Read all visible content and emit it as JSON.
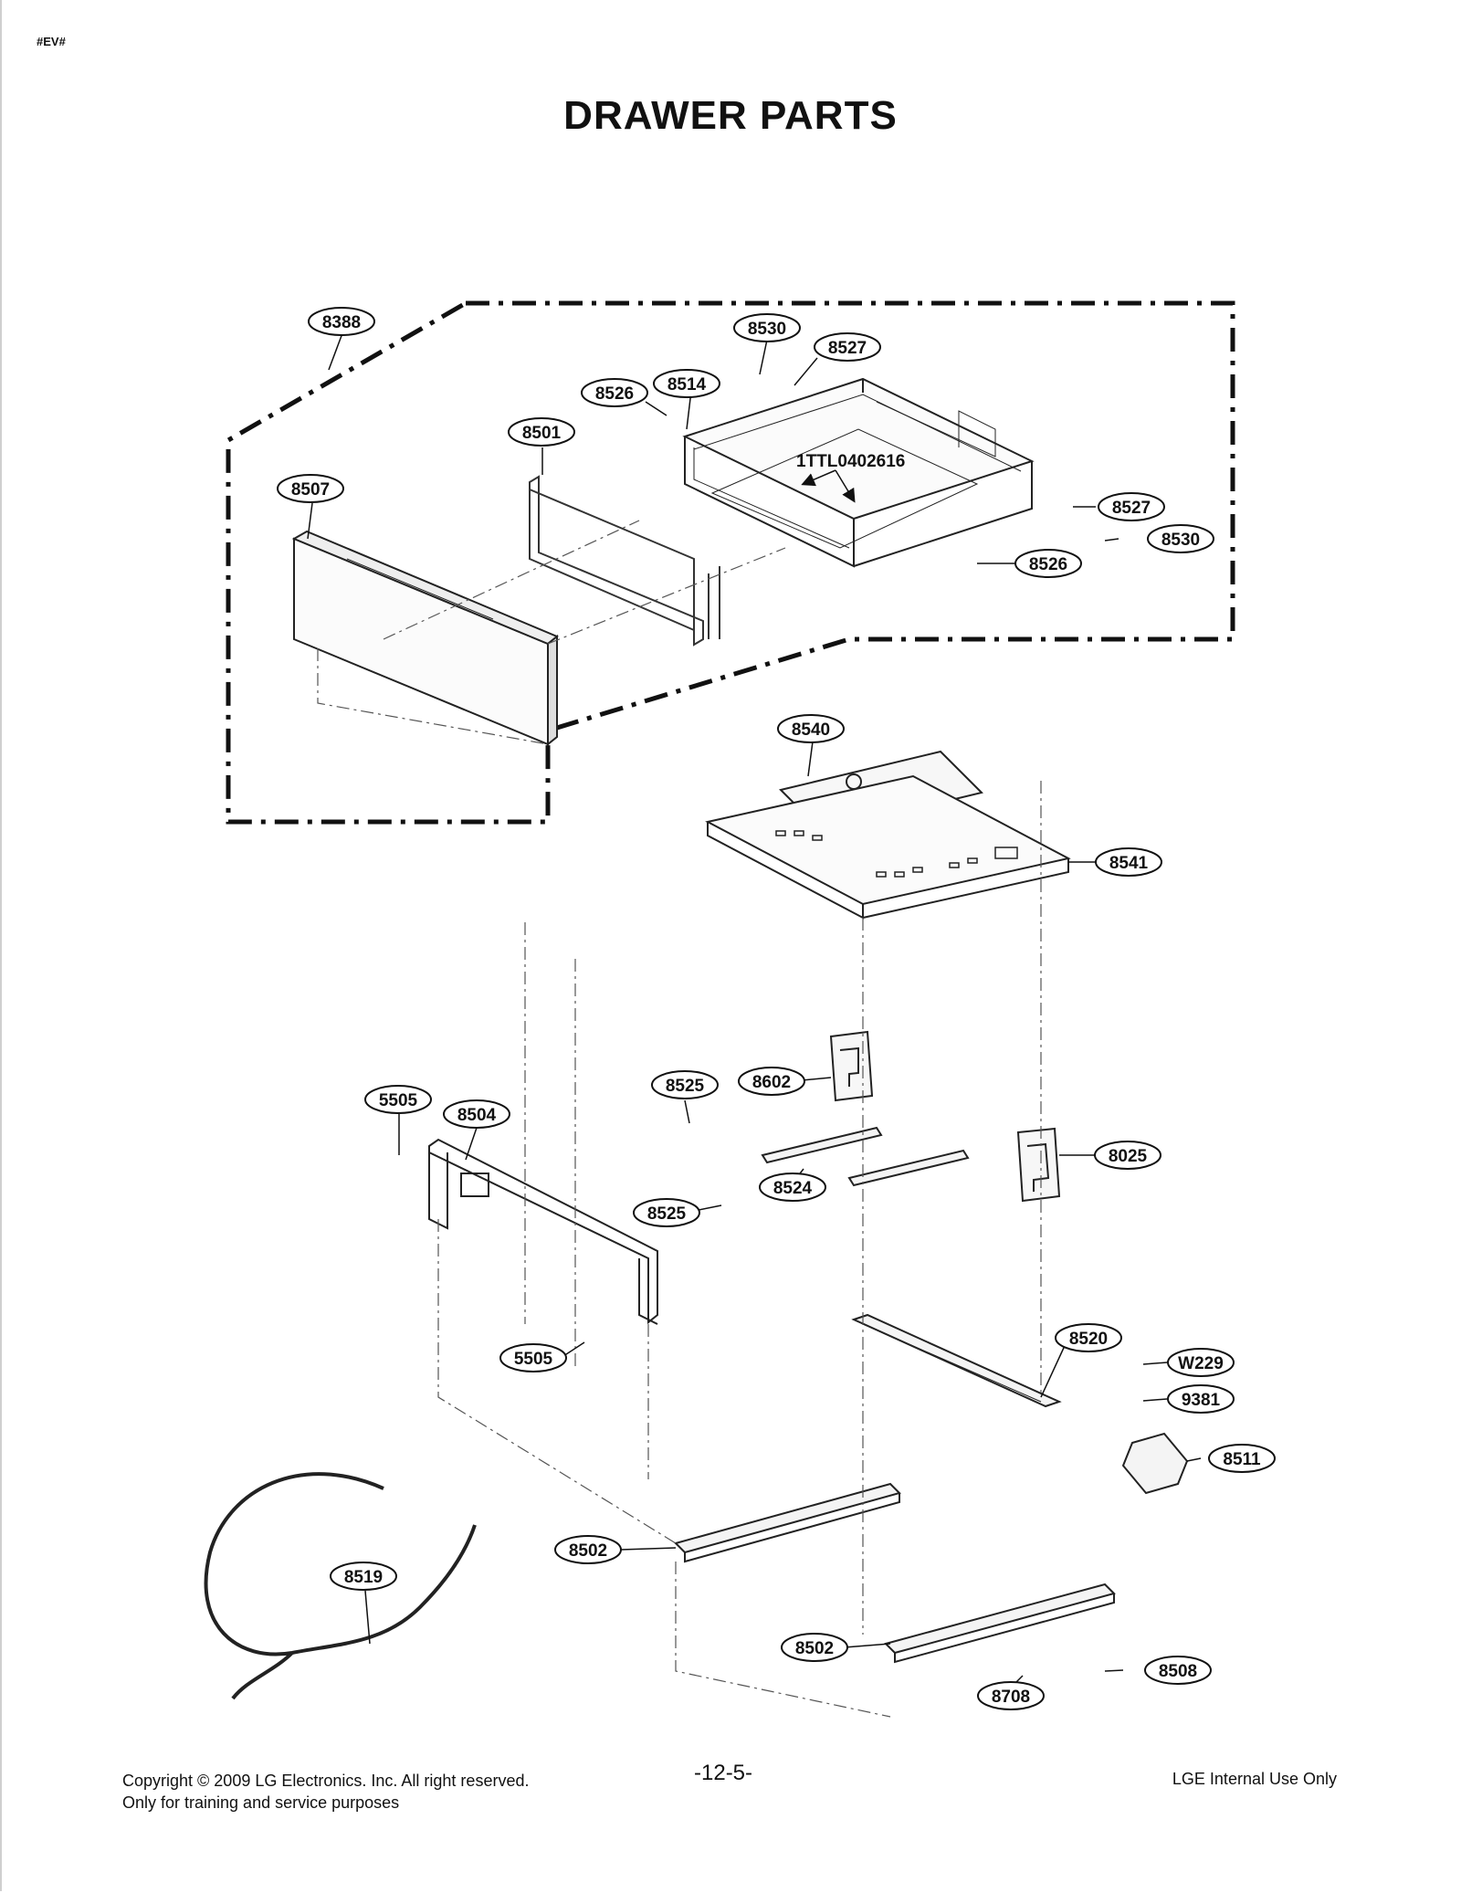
{
  "header": {
    "tag": "#EV#",
    "title": "DRAWER PARTS"
  },
  "annotation": {
    "code": "1TTL0402616"
  },
  "callouts": {
    "c8388": "8388",
    "c8530a": "8530",
    "c8527a": "8527",
    "c8526a": "8526",
    "c8514": "8514",
    "c8501": "8501",
    "c8507": "8507",
    "c8527b": "8527",
    "c8530b": "8530",
    "c8526b": "8526",
    "c8540": "8540",
    "c8541": "8541",
    "c5505a": "5505",
    "c8504": "8504",
    "c8525a": "8525",
    "c8602": "8602",
    "c8025": "8025",
    "c8524": "8524",
    "c8525b": "8525",
    "c5505b": "5505",
    "c8520": "8520",
    "cW229": "W229",
    "c9381": "9381",
    "c8511": "8511",
    "c8502a": "8502",
    "c8519": "8519",
    "c8502b": "8502",
    "c8708": "8708",
    "c8508": "8508"
  },
  "footer": {
    "copyright": "Copyright © 2009 LG Electronics. Inc. All right reserved.",
    "note": "Only for training and service purposes",
    "page": "-12-5-",
    "internal": "LGE Internal Use Only"
  }
}
